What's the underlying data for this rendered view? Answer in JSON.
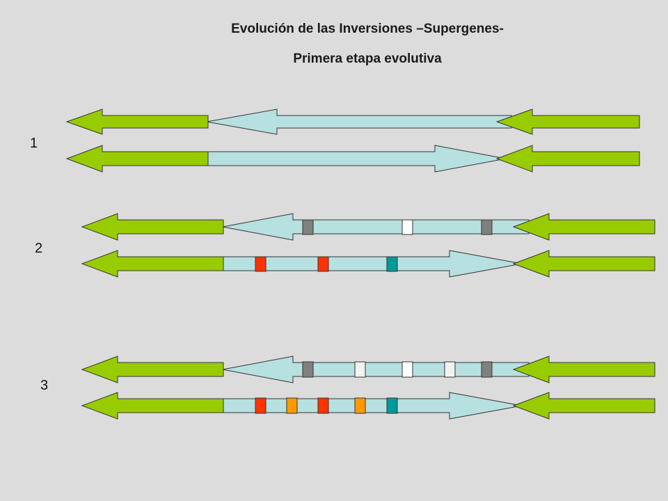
{
  "title": {
    "line1": "Evolución de las Inversiones –Supergenes-",
    "line2": "Primera etapa evolutiva"
  },
  "rows": [
    {
      "label": "1"
    },
    {
      "label": "2"
    },
    {
      "label": "3"
    }
  ],
  "colors": {
    "background": "#dcdcdc",
    "flank_arrow": "#99cc00",
    "inversion_arrow": "#b7e0e0",
    "outline": "#333333"
  },
  "markers": {
    "row2_upper": [
      "gray",
      "white",
      "gray"
    ],
    "row2_lower": [
      "red",
      "red",
      "teal"
    ],
    "row3_upper": [
      "gray",
      "light",
      "white",
      "light",
      "gray"
    ],
    "row3_lower": [
      "red",
      "orange",
      "red",
      "orange",
      "teal"
    ]
  },
  "marker_colors": {
    "gray": "#808080",
    "white": "#ffffff",
    "light": "#f2f2f2",
    "red": "#ff3300",
    "orange": "#ff9900",
    "teal": "#009999"
  }
}
